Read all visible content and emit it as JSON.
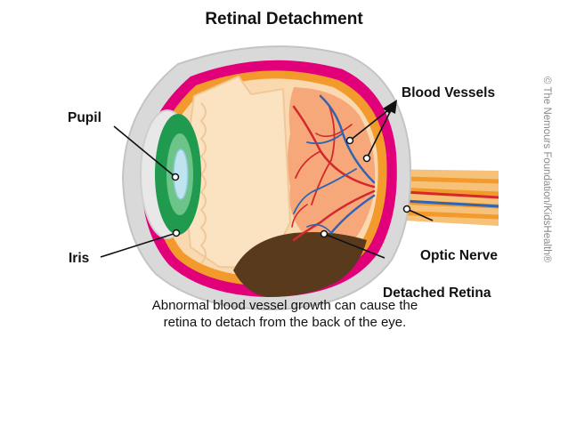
{
  "title": "Retinal Detachment",
  "labels": {
    "pupil": "Pupil",
    "iris": "Iris",
    "blood_vessels": "Blood Vessels",
    "optic_nerve": "Optic Nerve",
    "detached_retina": "Detached Retina"
  },
  "caption_line1": "Abnormal blood vessel growth can cause the",
  "caption_line2": "retina to detach from the back of the eye.",
  "credit": "© The Nemours Foundation/KidsHealth®",
  "colors": {
    "sclera": "#d9d9d9",
    "choroid": "#e2007a",
    "vitreous": "#fbd9b0",
    "retina": "#f7a87a",
    "iris": "#1f9a4e",
    "vessel_red": "#d3292b",
    "vessel_blue": "#2f64b4",
    "detached_area": "#5a3a1c",
    "nerve": "#f29a2c"
  }
}
